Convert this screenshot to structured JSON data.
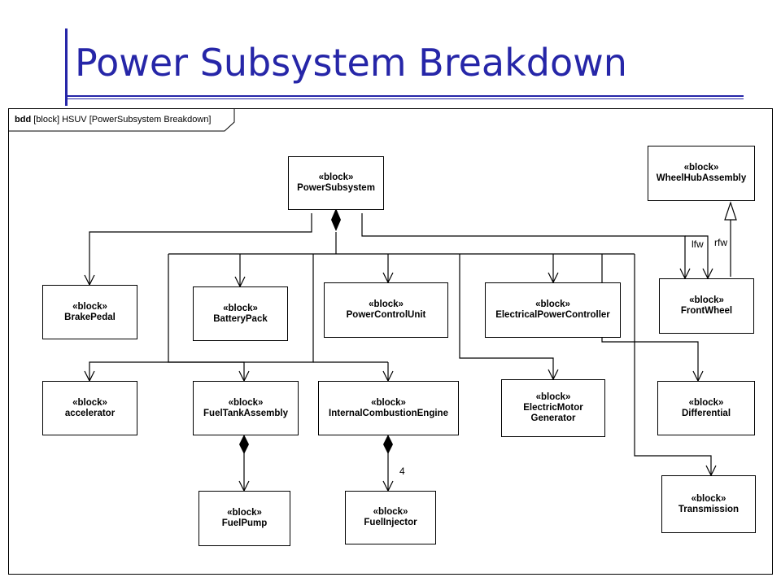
{
  "slide": {
    "title": "Power Subsystem Breakdown"
  },
  "frame": {
    "kind": "bdd",
    "label_rest": "[block] HSUV [PowerSubsystem Breakdown]"
  },
  "stereotype": "«block»",
  "blocks": {
    "power_subsystem": "PowerSubsystem",
    "wheel_hub_assembly": "WheelHubAssembly",
    "brake_pedal": "BrakePedal",
    "battery_pack": "BatteryPack",
    "power_control_unit": "PowerControlUnit",
    "electrical_power_controller": "ElectricalPowerController",
    "front_wheel": "FrontWheel",
    "accelerator": "accelerator",
    "fuel_tank_assembly": "FuelTankAssembly",
    "internal_combustion_engine": "InternalCombustionEngine",
    "electric_motor_generator_line1": "ElectricMotor",
    "electric_motor_generator_line2": "Generator",
    "differential": "Differential",
    "transmission": "Transmission",
    "fuel_pump": "FuelPump",
    "fuel_injector": "FuelInjector"
  },
  "labels": {
    "lfw": "lfw",
    "rfw": "rfw",
    "injector_multiplicity": "4"
  }
}
